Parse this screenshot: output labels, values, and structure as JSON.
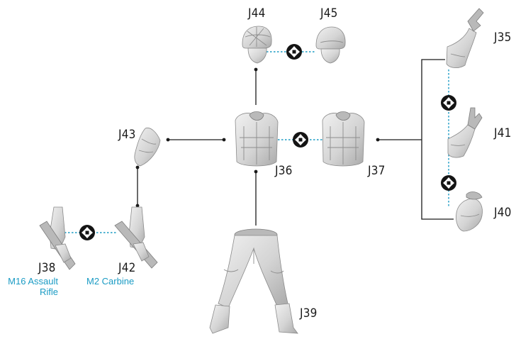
{
  "parts": {
    "j44": "J44",
    "j45": "J45",
    "j43": "J43",
    "j36": "J36",
    "j37": "J37",
    "j35": "J35",
    "j41": "J41",
    "j40": "J40",
    "j38": "J38",
    "j42": "J42",
    "j39": "J39"
  },
  "captions": {
    "j38_line1": "M16 Assault",
    "j38_line2": "Rifle",
    "j42": "M2 Carbine"
  },
  "colors": {
    "connector": "#1a1a1a",
    "alternative_link": "#1a9bc4",
    "caption": "#1a9bc4",
    "part_light": "#e9e9e9",
    "part_shadow": "#a8a8a8"
  },
  "icons": {
    "swap": "swap-arrows-icon"
  }
}
